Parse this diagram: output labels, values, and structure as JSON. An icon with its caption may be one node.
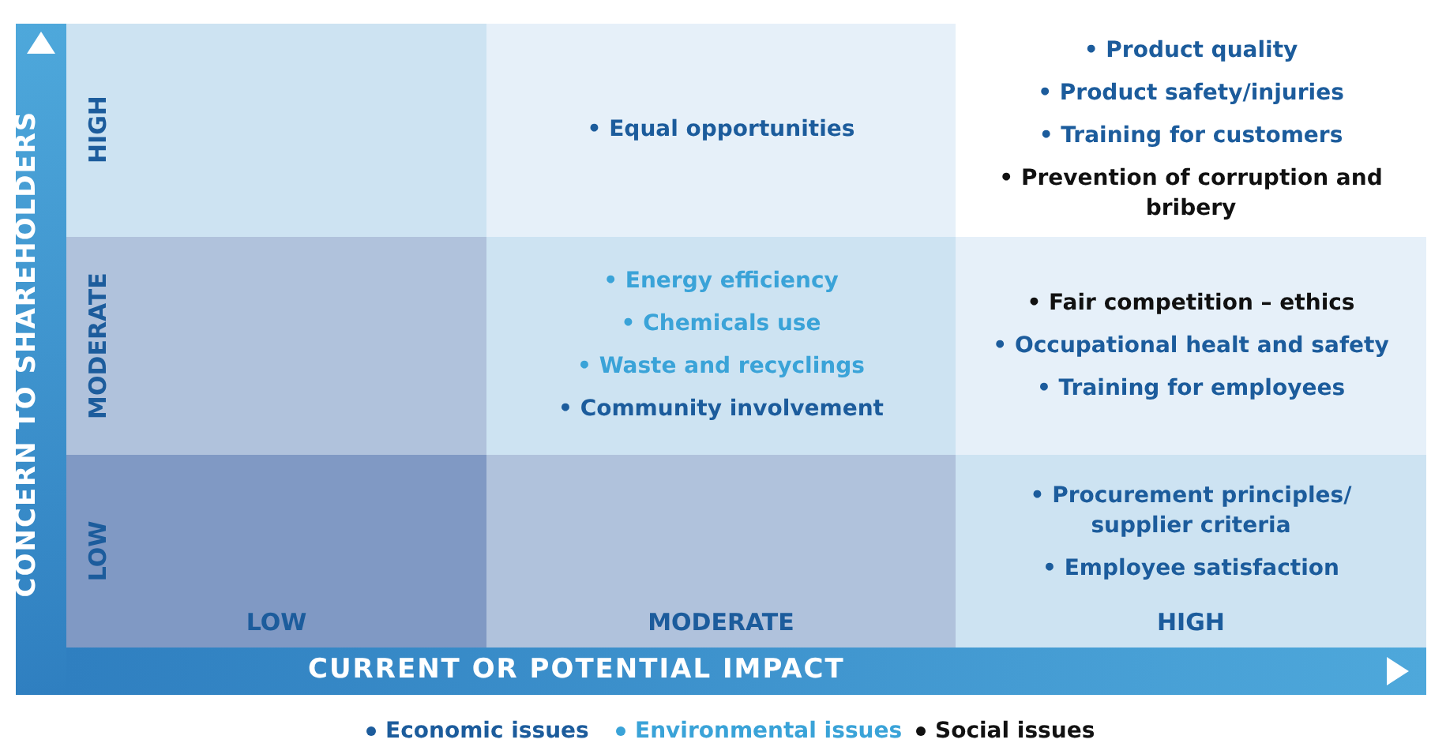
{
  "diagram": {
    "nodes": [
      {
        "text": [],
        "shape": "box"
      },
      {
        "text": [
          "• Equal opportunities"
        ]
      },
      {
        "text": [
          "• Product quality",
          "• Product safety/injuries",
          "• Training for customers",
          "• Prevention of corruption and bribery"
        ]
      },
      {
        "text": [],
        "shape": "box"
      },
      {
        "text": [
          "• Energy efficiency",
          "• Chemicals use",
          "• Waste and recyclings",
          "• Community involvement"
        ]
      },
      {
        "text": [
          "• Fair competition – ethics",
          "• Occupational healt and safety",
          "• Training for employees"
        ]
      },
      {
        "text": [],
        "shape": "box"
      },
      {
        "text": [],
        "shape": "box"
      },
      {
        "text": [
          "• Procurement principles/ supplier criteria",
          "• Employee satisfaction"
        ]
      }
    ],
    "edges": [],
    "labels": [
      "CONCERN TO SHAREHOLDERS",
      "HIGH",
      "MODERATE",
      "LOW",
      "LOW",
      "MODERATE",
      "HIGH",
      "CURRENT OR POTENTIAL IMPACT"
    ],
    "legend": [
      {
        "text": "Economic issues",
        "color": "#1c5c9c"
      },
      {
        "text": "Environmental issues",
        "color": "#3aa3d8"
      },
      {
        "text": "Social issues",
        "color": "#111111"
      }
    ]
  }
}
